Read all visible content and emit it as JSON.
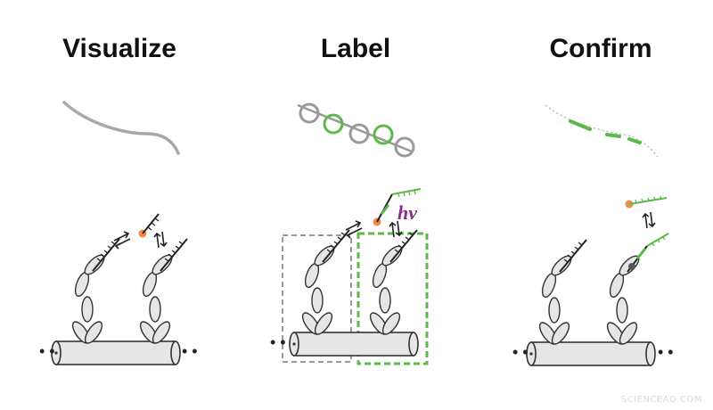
{
  "panels": [
    {
      "title": "Visualize"
    },
    {
      "title": "Label"
    },
    {
      "title": "Confirm"
    }
  ],
  "label_annotation": "hν",
  "watermark": "SCIENCEAQ.COM",
  "colors": {
    "gray": "#9a9a9a",
    "green": "#5cb84a",
    "orange": "#ef8c4a",
    "purple": "#8a2d8a",
    "microtubule_fill": "#e6e6e6",
    "line": "#333333"
  }
}
